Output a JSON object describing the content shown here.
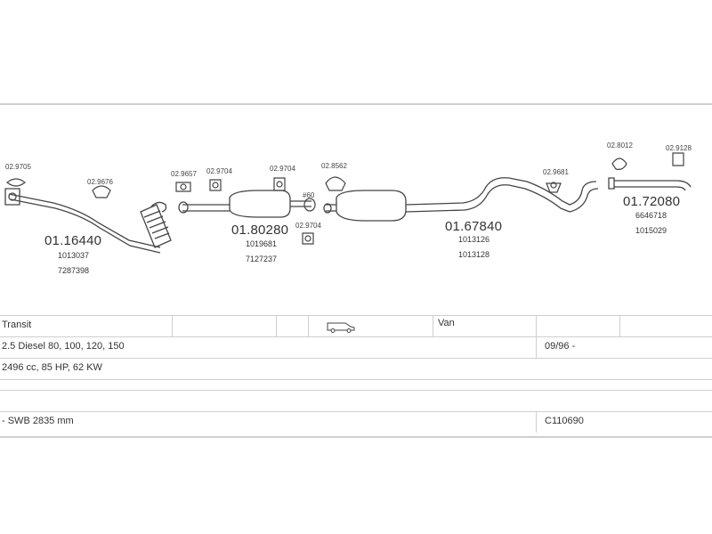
{
  "parts": {
    "front": {
      "code": "01.16440",
      "refs": [
        "1013037",
        "7287398"
      ]
    },
    "middle": {
      "code": "01.80280",
      "refs": [
        "1019681",
        "7127237"
      ]
    },
    "center": {
      "code": "01.67840",
      "refs": [
        "1013126",
        "1013128"
      ]
    },
    "rear": {
      "code": "01.72080",
      "refs": [
        "6646718",
        "1015029"
      ]
    }
  },
  "accessories": [
    "02.9705",
    "02.9676",
    "02.9657",
    "02.9704",
    "02.9704",
    "02.8562",
    "02.9681",
    "02.8012",
    "02.9128",
    "02.9704"
  ],
  "ring_label": "#60",
  "table": {
    "model": "Transit",
    "body": "Van",
    "engine": "2.5 Diesel  80, 100, 120, 150",
    "date": "09/96 -",
    "spec": "2496 cc, 85 HP, 62 KW",
    "wheelbase": "- SWB 2835 mm",
    "catalog": "C110690"
  }
}
